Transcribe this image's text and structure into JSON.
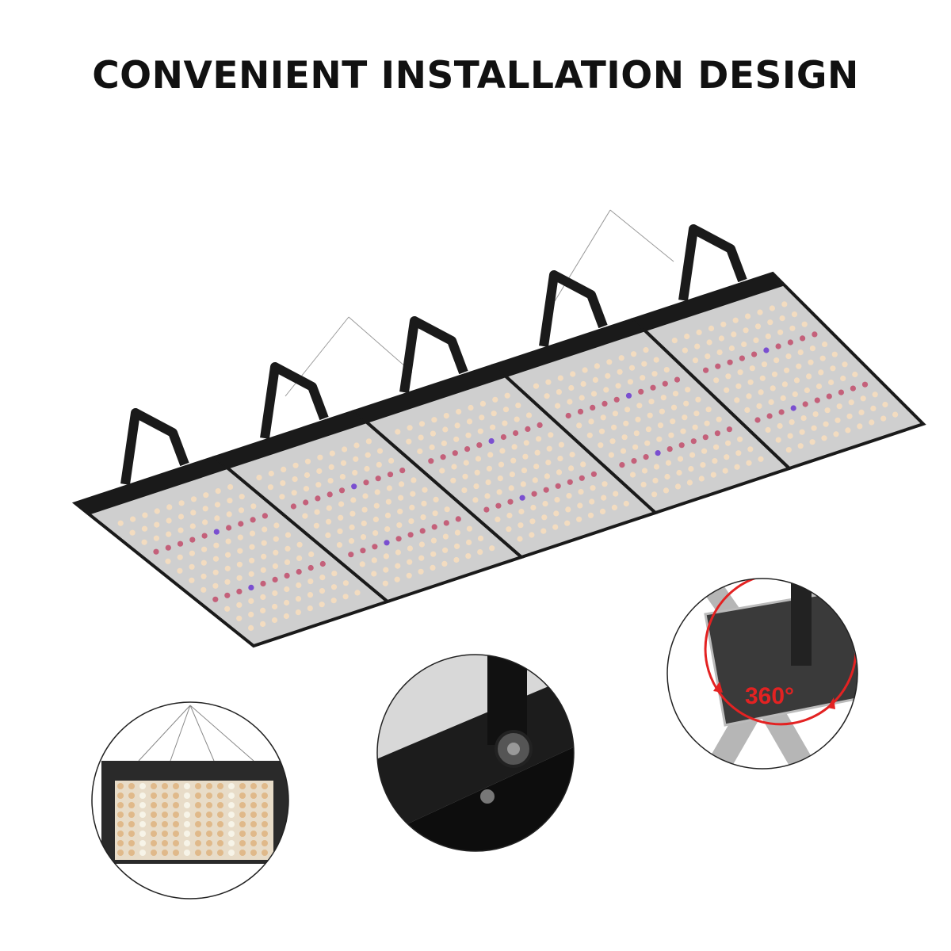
{
  "title": "CONVENIENT INSTALLATION DESIGN",
  "rotation_label": "360°",
  "colors": {
    "frame": "#1a1a1a",
    "led_warm": "#f3dcc0",
    "led_red": "#c4607a",
    "led_uv": "#7a4fd0",
    "accent_red": "#e32222"
  },
  "product": {
    "panel_count": 5,
    "detail_views": [
      "single-panel-hanging",
      "bracket-screw-closeup",
      "bracket-rotation-360"
    ]
  }
}
